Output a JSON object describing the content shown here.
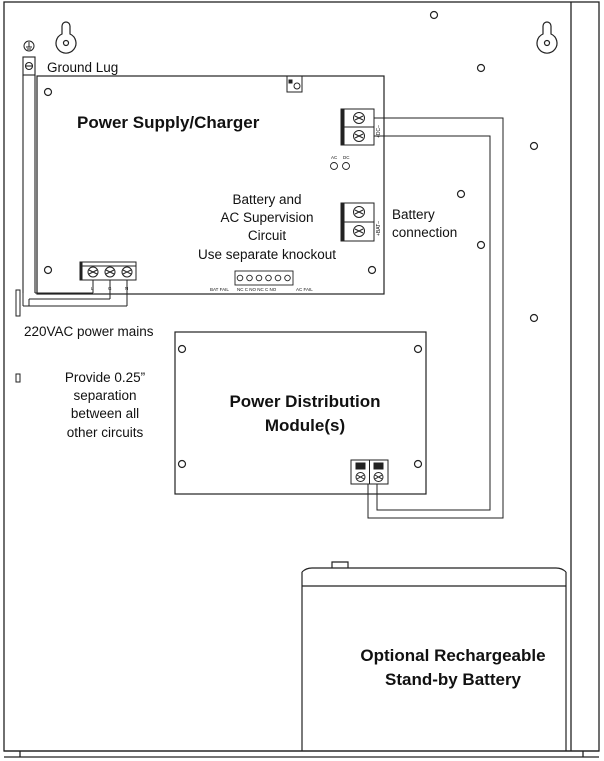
{
  "labels": {
    "ground_lug": "Ground Lug",
    "power_supply": "Power Supply/Charger",
    "supervision_l1": "Battery and",
    "supervision_l2": "AC Supervision",
    "supervision_l3": "Circuit",
    "supervision_l4": "Use separate knockout",
    "battery_conn_l1": "Battery",
    "battery_conn_l2": "connection",
    "mains": "220VAC power mains",
    "separation_l1": "Provide 0.25”",
    "separation_l2": "separation",
    "separation_l3": "between all",
    "separation_l4": "other circuits",
    "pdm_l1": "Power Distribution",
    "pdm_l2": "Module(s)",
    "battery_l1": "Optional Rechargeable",
    "battery_l2": "Stand-by Battery"
  },
  "terminal_marks": {
    "ac_terminals": [
      "L",
      "G",
      "N"
    ],
    "dc_out": "+DC–",
    "bat_terminal": "+BAT–",
    "led_ac": "AC",
    "led_dc": "DC",
    "relay_bat_fail": "BAT FAIL",
    "relay_contacts": "NC C NO NC C NO",
    "relay_ac_fail": "AC FAIL"
  },
  "colors": {
    "line": "#222222",
    "background": "#ffffff"
  }
}
